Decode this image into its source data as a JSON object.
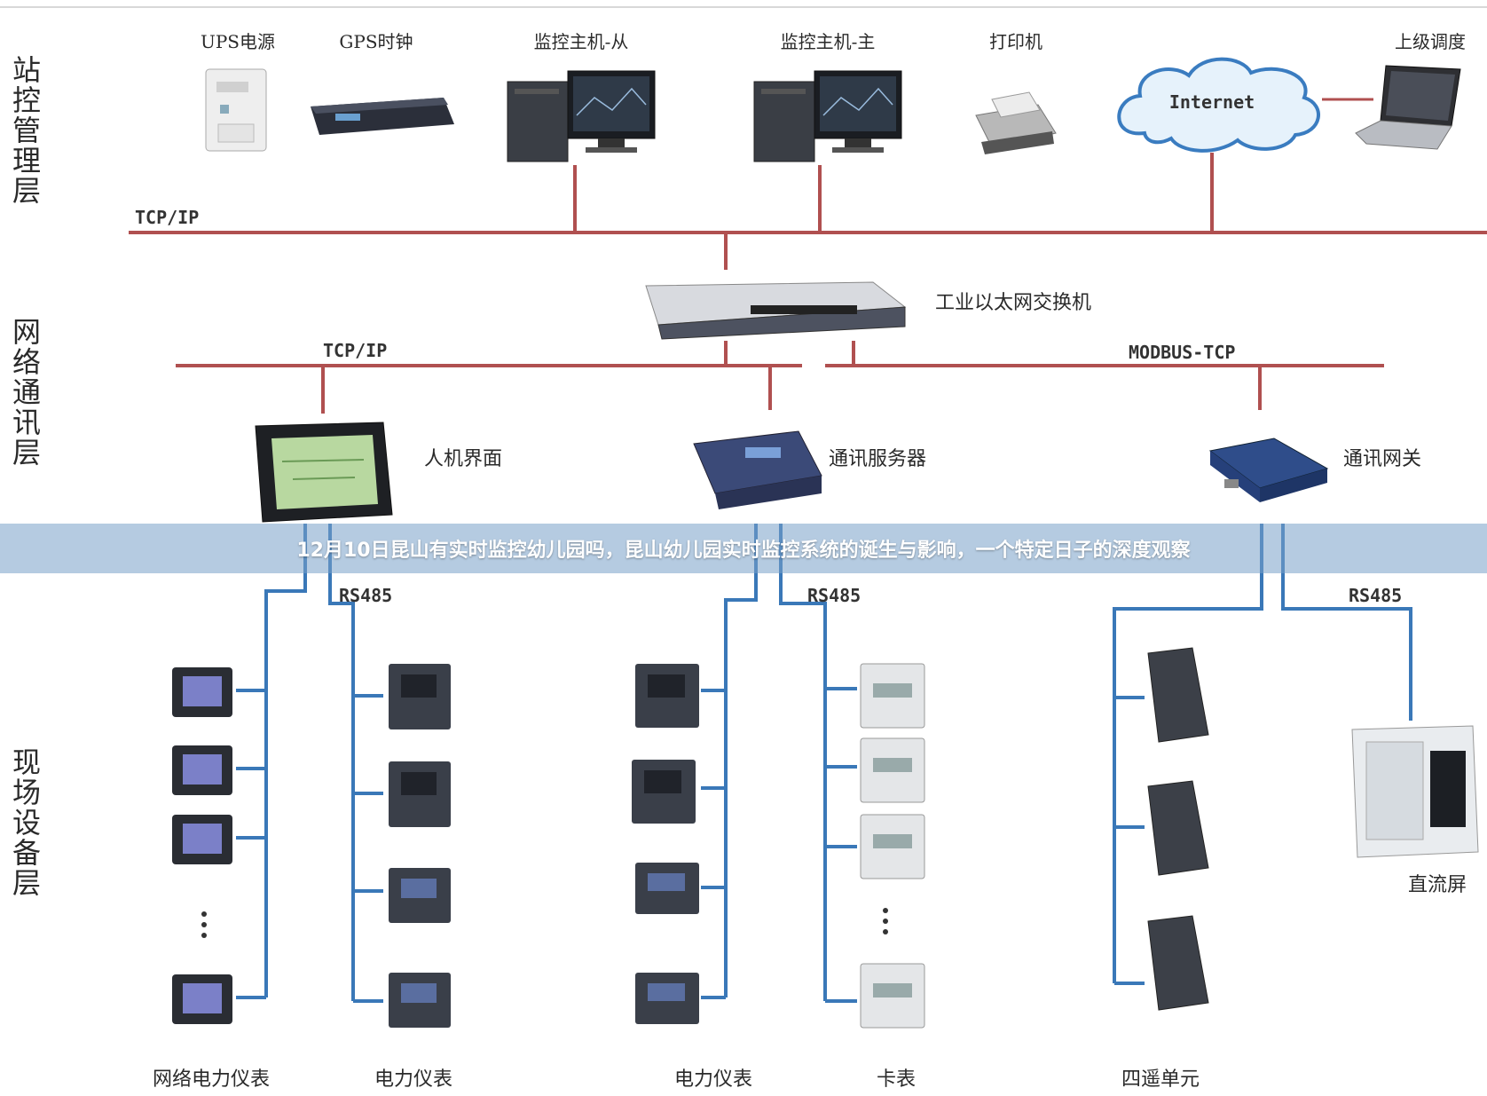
{
  "banner": {
    "title": "12月10日昆山有实时监控幼儿园吗，昆山幼儿园实时监控系统的诞生与影响，一个特定日子的深度观察"
  },
  "layers": {
    "station": "站控管理层",
    "network": "网络通讯层",
    "field": "现场设备层"
  },
  "station_devices": {
    "ups": "UPS电源",
    "gps": "GPS时钟",
    "monitor_slave": "监控主机-从",
    "monitor_master": "监控主机-主",
    "printer": "打印机",
    "upper_dispatch": "上级调度",
    "internet": "Internet"
  },
  "buses": {
    "tcp_top": "TCP/IP",
    "tcp_mid": "TCP/IP",
    "modbus": "MODBUS-TCP",
    "rs485_1": "RS485",
    "rs485_2": "RS485",
    "rs485_3": "RS485"
  },
  "network_devices": {
    "switch": "工业以太网交换机",
    "hmi": "人机界面",
    "comm_server": "通讯服务器",
    "gateway": "通讯网关"
  },
  "field_labels": {
    "net_meter": "网络电力仪表",
    "meter1": "电力仪表",
    "meter2": "电力仪表",
    "card_meter": "卡表",
    "remote_unit": "四遥单元",
    "dc_panel": "直流屏"
  },
  "colors": {
    "bus_red": "#b05050",
    "rs485_blue": "#3a78b8",
    "banner": "#7aa0c8"
  }
}
